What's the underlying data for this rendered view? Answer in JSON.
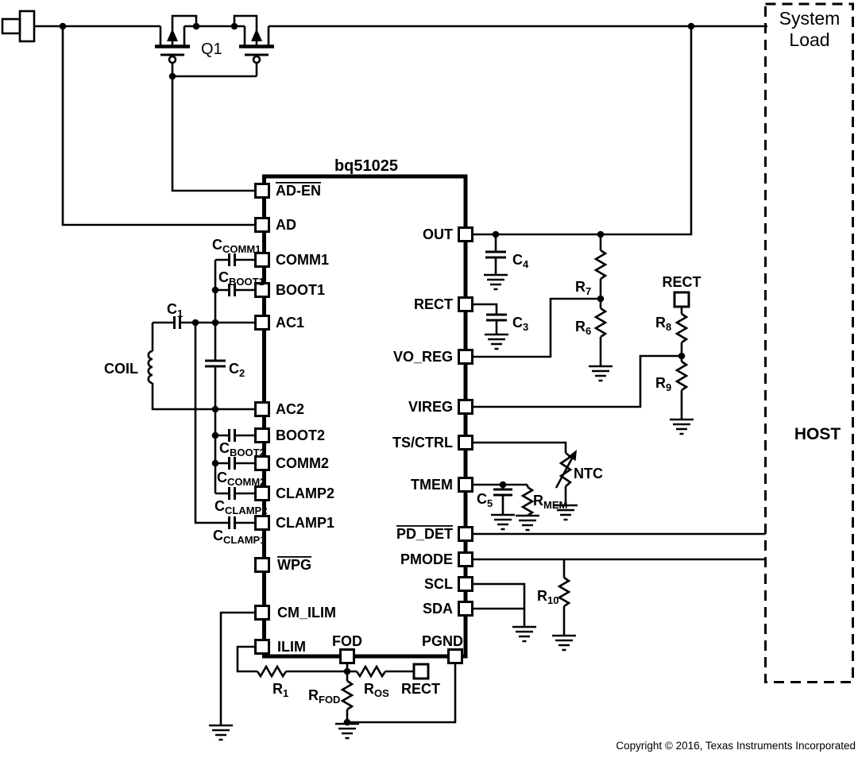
{
  "schematic": {
    "chip_name": "bq51025",
    "transistor_label": "Q1",
    "coil_label": "COIL",
    "ntc_label": "NTC",
    "host_box": {
      "line1": "System",
      "line2": "Load",
      "host": "HOST"
    },
    "copyright": "Copyright © 2016, Texas Instruments Incorporated"
  },
  "chip_pins": {
    "left": [
      "AD-EN",
      "AD",
      "COMM1",
      "BOOT1",
      "AC1",
      "AC2",
      "BOOT2",
      "COMM2",
      "CLAMP2",
      "CLAMP1",
      "WPG",
      "CM_ILIM",
      "ILIM"
    ],
    "right": [
      "OUT",
      "RECT",
      "VO_REG",
      "VIREG",
      "TS/CTRL",
      "TMEM",
      "PD_DET",
      "PMODE",
      "SCL",
      "SDA"
    ],
    "bottom": [
      "FOD",
      "PGND"
    ]
  },
  "terminals": {
    "rect_right": "RECT",
    "rect_bottom": "RECT"
  },
  "components": {
    "c_comm1": {
      "main": "C",
      "sub": "COMM1"
    },
    "c_boot1": {
      "main": "C",
      "sub": "BOOT1"
    },
    "c1": {
      "main": "C",
      "sub": "1"
    },
    "c2": {
      "main": "C",
      "sub": "2"
    },
    "c_boot2": {
      "main": "C",
      "sub": "BOOT2"
    },
    "c_comm2": {
      "main": "C",
      "sub": "COMM2"
    },
    "c_clamp2": {
      "main": "C",
      "sub": "CLAMP2"
    },
    "c_clamp1": {
      "main": "C",
      "sub": "CLAMP1"
    },
    "c3": {
      "main": "C",
      "sub": "3"
    },
    "c4": {
      "main": "C",
      "sub": "4"
    },
    "c5": {
      "main": "C",
      "sub": "5"
    },
    "r_mem": {
      "main": "R",
      "sub": "MEM"
    },
    "r1": {
      "main": "R",
      "sub": "1"
    },
    "r_fod": {
      "main": "R",
      "sub": "FOD"
    },
    "r_os": {
      "main": "R",
      "sub": "OS"
    },
    "r6": {
      "main": "R",
      "sub": "6"
    },
    "r7": {
      "main": "R",
      "sub": "7"
    },
    "r8": {
      "main": "R",
      "sub": "8"
    },
    "r9": {
      "main": "R",
      "sub": "9"
    },
    "r10": {
      "main": "R",
      "sub": "10"
    }
  }
}
